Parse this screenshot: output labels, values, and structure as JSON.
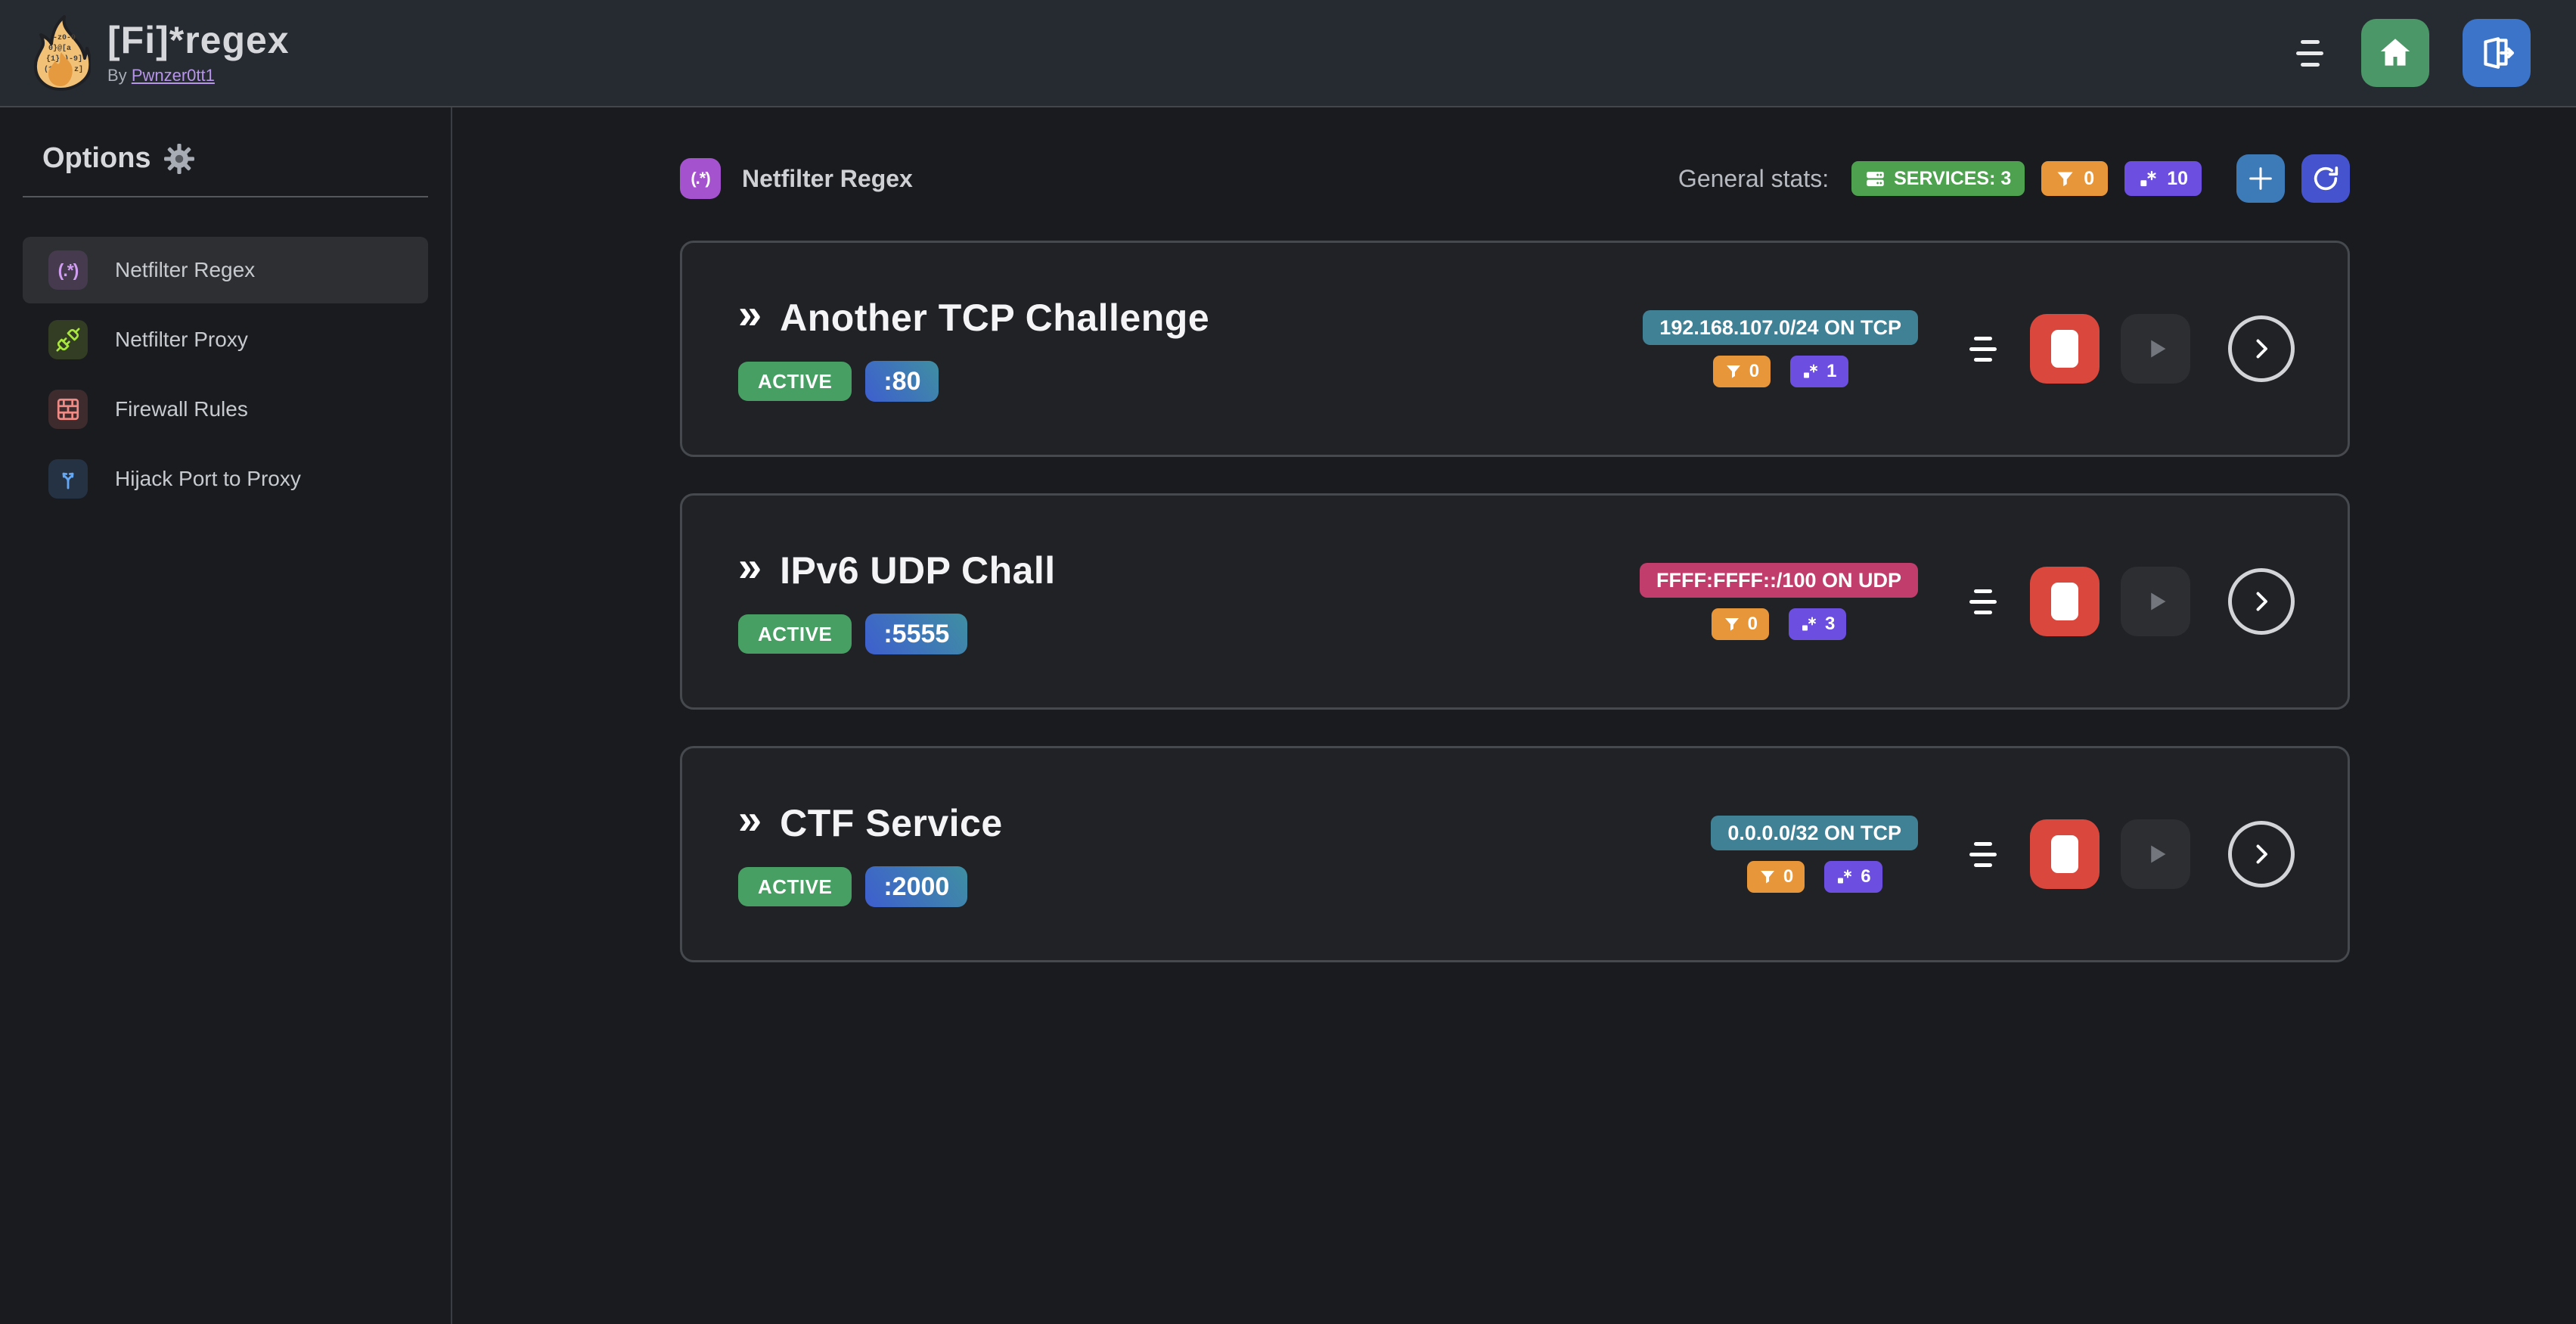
{
  "app": {
    "title": "[Fi]*regex",
    "byline_prefix": "By",
    "author": "Pwnzer0tt1",
    "logo_fragments": [
      "-z0-9",
      "0}@[a",
      "{1}[)-9]",
      "(1",
      "z]"
    ]
  },
  "sidebar": {
    "heading": "Options",
    "regex_glyph": "(.*)",
    "items": [
      {
        "label": "Netfilter Regex",
        "active": true
      },
      {
        "label": "Netfilter Proxy",
        "active": false
      },
      {
        "label": "Firewall Rules",
        "active": false
      },
      {
        "label": "Hijack Port to Proxy",
        "active": false
      }
    ]
  },
  "main": {
    "section_title": "Netfilter Regex",
    "section_icon_glyph": "(.*)",
    "stats_label": "General stats:",
    "stats": {
      "services": "SERVICES: 3",
      "filters": "0",
      "regexes": "10"
    },
    "services": [
      {
        "name": "Another TCP Challenge",
        "status": "ACTIVE",
        "port": ":80",
        "cidr": "192.168.107.0/24 ON TCP",
        "cidr_style": "background:#418196",
        "filters": "0",
        "regexes": "1"
      },
      {
        "name": "IPv6 UDP Chall",
        "status": "ACTIVE",
        "port": ":5555",
        "cidr": "FFFF:FFFF::/100 ON UDP",
        "cidr_style": "background:#c13e6c",
        "filters": "0",
        "regexes": "3"
      },
      {
        "name": "CTF Service",
        "status": "ACTIVE",
        "port": ":2000",
        "cidr": "0.0.0.0/32 ON TCP",
        "cidr_style": "background:#418196",
        "filters": "0",
        "regexes": "6"
      }
    ]
  },
  "colors": {
    "header_bg": "#262a31",
    "page_bg": "#191b1f",
    "card_bg": "#202226",
    "accent_green": "#4da14f",
    "accent_orange": "#e8963a",
    "accent_purple": "#6c4fe0",
    "active_badge_green": "#479f63",
    "stop_red": "#d9473d",
    "home_green": "#4b9767",
    "logout_blue": "#3b74c8",
    "plus_blue": "#3d7ab8",
    "refresh_indigo": "#4553cf",
    "cidr_teal": "#418196",
    "cidr_pink": "#c13e6c"
  }
}
